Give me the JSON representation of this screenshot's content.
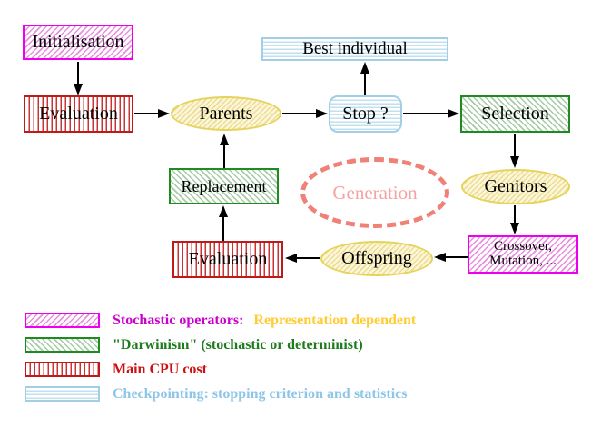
{
  "nodes": {
    "initialisation": {
      "label": "Initialisation"
    },
    "evaluation_top": {
      "label": "Evaluation"
    },
    "parents": {
      "label": "Parents"
    },
    "best_individual": {
      "label": "Best individual"
    },
    "stop": {
      "label": "Stop ?"
    },
    "selection": {
      "label": "Selection"
    },
    "replacement": {
      "label": "Replacement"
    },
    "generation": {
      "label": "Generation"
    },
    "genitors": {
      "label": "Genitors"
    },
    "evaluation_bottom": {
      "label": "Evaluation"
    },
    "offspring": {
      "label": "Offspring"
    },
    "crossover_mutation": {
      "line1": "Crossover,",
      "line2": "Mutation, ..."
    }
  },
  "legend": {
    "rows": [
      {
        "pattern": "magenta-diagonal-hatch",
        "label": "Stochastic operators:",
        "label2": "Representation dependent"
      },
      {
        "pattern": "green-diagonal-hatch",
        "label": "\"Darwinism\" (stochastic or determinist)"
      },
      {
        "pattern": "red-vertical-stripes",
        "label": "Main CPU cost"
      },
      {
        "pattern": "cyan-horizontal-stripes",
        "label": "Checkpointing: stopping criterion and statistics"
      }
    ]
  },
  "colors": {
    "magenta_border": "#ee00ee",
    "magenta_hatch": "#e990dd",
    "green_border": "#1f8a1f",
    "green_hatch": "#a6cba6",
    "red_border": "#bf1a1a",
    "red_stripe": "#c93434",
    "cyan_border": "#a2cfe5",
    "cyan_stripe": "#c1e1f1",
    "yellow_border": "#e5d35b",
    "yellow_fill": "#fcf7d9",
    "yellow_hatch": "#eddc96",
    "generation_dash": "#ef8177",
    "generation_text": "#f5a3a3",
    "legend_magenta_text": "#cc00cc",
    "legend_gold_text": "#ffcc33",
    "legend_green_text": "#1e7b1e",
    "legend_red_text": "#cc1111",
    "legend_blue_text": "#8ec6e8",
    "arrow": "#000000"
  }
}
